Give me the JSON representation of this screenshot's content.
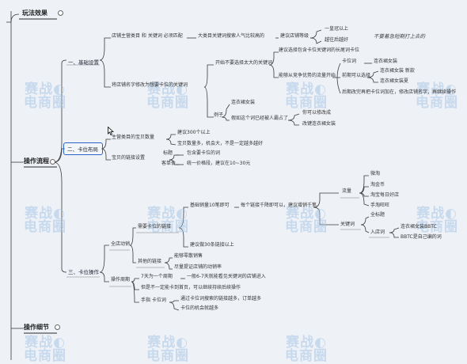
{
  "sections": {
    "effect": "玩法效果",
    "process": "操作流程",
    "detail": "操作细节"
  },
  "branches": {
    "basic": "一、基础设置",
    "layout": "二、卡位布局",
    "ops": "三、卡位操作"
  },
  "basic": {
    "shop_name": "店铺主营类目 和 关键词 必须匹配",
    "popular_words": "大类目关键词搜索人气比较高的",
    "suggest_good": "建议店铺等级",
    "one_crown": "一皇冠以上",
    "better": "越往后越好",
    "long_term": "不要着急短期打上去的",
    "keyword_fixed": "将店铺名字修改为想要卡位的关键词",
    "start_big": "开始不要选择太大的关键词",
    "suggest_choose": "建议选择包含卡位关键词的长尾词卡位",
    "trunk_cover": "能够从竞争优势的流量开始",
    "card_position": "卡位词",
    "women_shop": "连衣裙女装",
    "front_select": "前期可以选择",
    "women_shop_new": "连衣裙女装 新款",
    "women_shop_2": "连衣裙女装夏",
    "later_change": "后期改完再把卡位词加在，修改店铺名字，再继续操作",
    "example": "例子",
    "example_word": "连衣裙女装",
    "how_reach": "假如这个词已经被人霸占了",
    "can_change": "你可以修改成",
    "modify_shop": "改键连衣裙女装"
  },
  "layout": {
    "main_count": "主营类目的宝贝数量",
    "suggest_300": "建议300个以上",
    "more_goods": "宝贝数量多，机会大，不是一定越多越好",
    "under_set": "宝贝的链接设置",
    "title": "标题",
    "title_note": "包含要卡位的词",
    "price": "客单价",
    "price_note": "统一价格段，建议在10~30元"
  },
  "ops": {
    "full_shop": "全店动销",
    "need_main": "需要卡位的链接",
    "base_sales": "基础销量10笔即可",
    "each_link": "每个链接千降即可以，建议增销千笔",
    "suggest_30": "建议做30条链接以上",
    "other_links": "其他的链接",
    "keep_sales": "能够零散销售",
    "keep_shop": "尽量提证店铺的动销率",
    "op_cycle": "操作周期",
    "seven_days": "7天为一个周期",
    "step_seven": "一般6-7天就能看见关键词的店铺进入",
    "open_one": "但是不一定能卡到首页，可以继续持续后续操作",
    "hand_card": "手指 卡位词",
    "through_card": "通过卡位词搜索的链接越多，订单越多",
    "card_more": "卡位的机会就越多",
    "traffic": "流量",
    "weitao": "微淘",
    "taojinbi": "淘金币",
    "every_day": "淘宝每日好店",
    "mobile": "手淘旺旺",
    "all_shop": "全标题",
    "related": "关键词",
    "dress_word": "连衣裙女装BBTC",
    "entrance": "入店词",
    "bbtc_own": "BBTC是自己编的词"
  }
}
